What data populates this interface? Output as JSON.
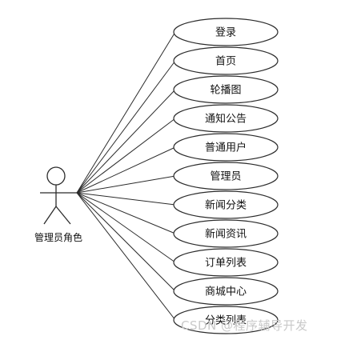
{
  "actor": {
    "label": "管理员角色"
  },
  "use_cases": [
    {
      "label": "登录"
    },
    {
      "label": "首页"
    },
    {
      "label": "轮播图"
    },
    {
      "label": "通知公告"
    },
    {
      "label": "普通用户"
    },
    {
      "label": "管理员"
    },
    {
      "label": "新闻分类"
    },
    {
      "label": "新闻资讯"
    },
    {
      "label": "订单列表"
    },
    {
      "label": "商城中心"
    },
    {
      "label": "分类列表"
    }
  ],
  "watermark": "CSDN @程序辅导开发",
  "colors": {
    "line": "#2b2b2b",
    "ellipse_fill": "#ffffff",
    "text": "#111111",
    "watermark": "#c9c9c9"
  }
}
